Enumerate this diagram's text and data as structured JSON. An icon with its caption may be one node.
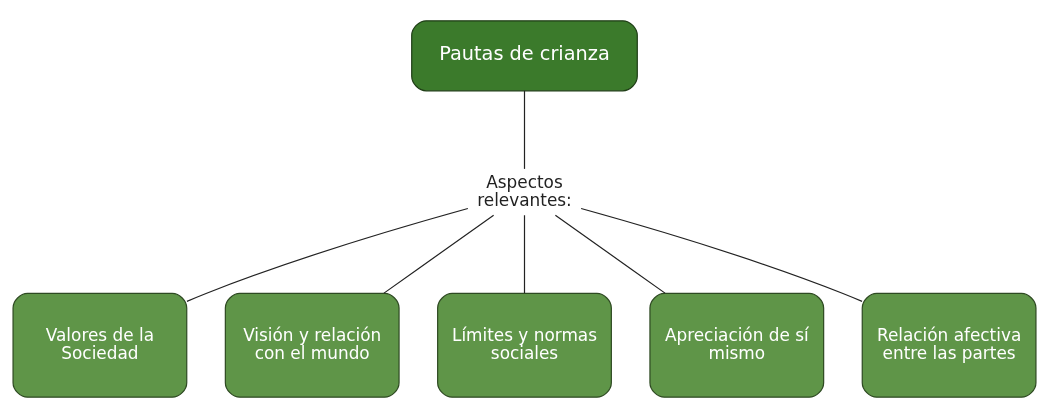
{
  "diagram": {
    "nodes": [
      {
        "text": [
          "Pautas de crianza"
        ]
      },
      {
        "text": [
          "Aspectos relevantes:"
        ]
      },
      {
        "text": [
          "Valores de la Sociedad"
        ]
      },
      {
        "text": [
          "Visión y relación con el mundo"
        ]
      },
      {
        "text": [
          "Límites y normas sociales"
        ]
      },
      {
        "text": [
          "Apreciación de sí mismo"
        ]
      },
      {
        "text": [
          "Relación afectiva entre las partes"
        ]
      }
    ],
    "edges": [
      {
        "from": 0,
        "to": 1,
        "arrow": "none"
      },
      {
        "from": 1,
        "to": 2,
        "arrow": "none"
      },
      {
        "from": 1,
        "to": 3,
        "arrow": "none"
      },
      {
        "from": 1,
        "to": 4,
        "arrow": "none"
      },
      {
        "from": 1,
        "to": 5,
        "arrow": "none"
      },
      {
        "from": 1,
        "to": 6,
        "arrow": "none"
      }
    ]
  }
}
